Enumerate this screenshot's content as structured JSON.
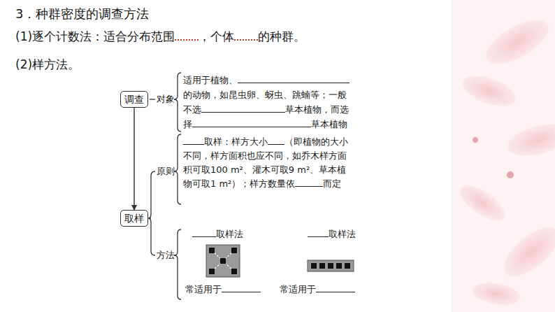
{
  "diagram": {
    "nodes": [
      {
        "text": [
          "调查"
        ]
      },
      {
        "text": [
          "取样"
        ]
      }
    ],
    "edges": [
      {
        "from": 0,
        "to": 1,
        "arrow": "to"
      }
    ],
    "labels": [
      "3．种群密度的调查方法",
      "(1)逐个计数法：适合分布范围",
      "，个体",
      "的种群。",
      "(2)样方法。",
      "对象",
      "适用于植物、",
      "的动物，如昆虫卵、蚜虫、跳蝻等；一般不选",
      "草本植物，而选择",
      "草本植物",
      "原则",
      "取样：样方大小",
      "（即植物的大小不同，样方面积也应不同，如乔木样方面积可取100 m²、灌木可取9 m²、草本植物可取1 m²）；样方数量依",
      "而定",
      "方法",
      "取样法",
      "取样法",
      "常适用于",
      "常适用于"
    ]
  }
}
